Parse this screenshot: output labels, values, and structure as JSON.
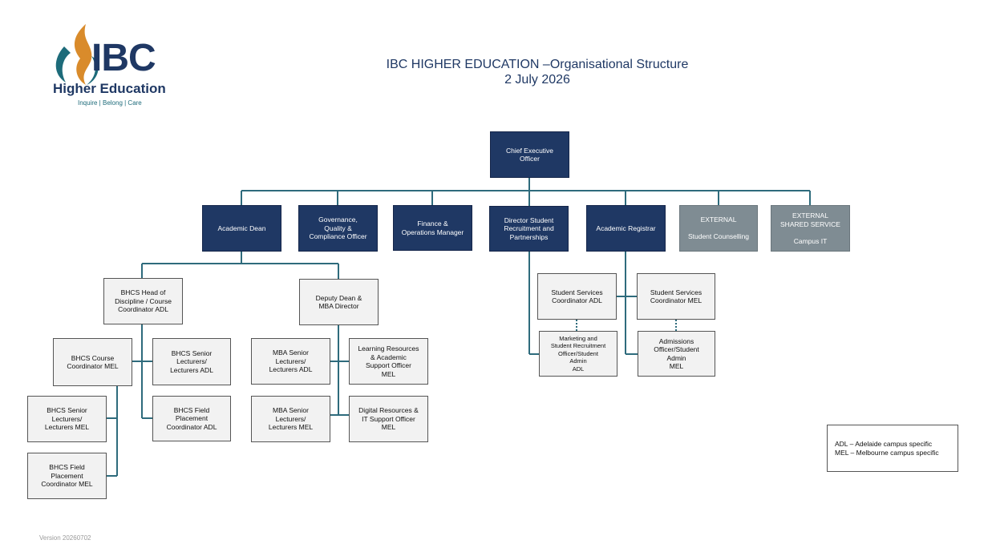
{
  "logo": {
    "brand": "IBC",
    "name": "Higher Education",
    "tagline": "Inquire | Belong | Care"
  },
  "header": {
    "title": "IBC HIGHER EDUCATION –Organisational Structure",
    "date": "2 July 2026"
  },
  "nodes": {
    "ceo": "Chief Executive\nOfficer",
    "academic_dean": "Academic Dean",
    "governance": "Governance,\nQuality &\nCompliance Officer",
    "finance": "Finance &\nOperations Manager",
    "director_student": "Director Student\nRecruitment and\nPartnerships",
    "academic_registrar": "Academic Registrar",
    "external_counselling": "EXTERNAL\n\nStudent Counselling",
    "external_shared": "EXTERNAL\nSHARED SERVICE\n\nCampus  IT",
    "bhcs_head": "BHCS Head of\nDiscipline / Course\nCoordinator ADL",
    "deputy_dean": "Deputy Dean &\nMBA Director",
    "bhcs_course_coord_mel": "BHCS Course\nCoordinator MEL",
    "bhcs_senior_adl": "BHCS Senior\nLecturers/\nLecturers ADL",
    "bhcs_senior_mel": "BHCS Senior\nLecturers/\nLecturers MEL",
    "bhcs_field_adl": "BHCS Field\nPlacement\nCoordinator ADL",
    "bhcs_field_mel": "BHCS Field\nPlacement\nCoordinator MEL",
    "mba_senior_adl": "MBA Senior\nLecturers/\nLecturers ADL",
    "mba_senior_mel": "MBA Senior\nLecturers/\nLecturers MEL",
    "learning_resources": "Learning Resources\n& Academic\nSupport Officer\nMEL",
    "digital_resources": "Digital Resources &\nIT Support Officer\nMEL",
    "ss_coord_adl": "Student Services\nCoordinator ADL",
    "ss_coord_mel": "Student Services\nCoordinator MEL",
    "marketing_adl": "Marketing and\nStudent Recruitment\nOfficer/Student\nAdmin\nADL",
    "admissions_mel": "Admissions\nOfficer/Student\nAdmin\nMEL"
  },
  "legend": {
    "adl": "ADL – Adelaide campus specific",
    "mel": "MEL – Melbourne campus specific"
  },
  "footer": {
    "version": "Version 20260702"
  },
  "colors": {
    "navy": "#1f3864",
    "grey": "#7f8c93",
    "connector": "#2e6b7c",
    "light": "#f2f2f2"
  }
}
